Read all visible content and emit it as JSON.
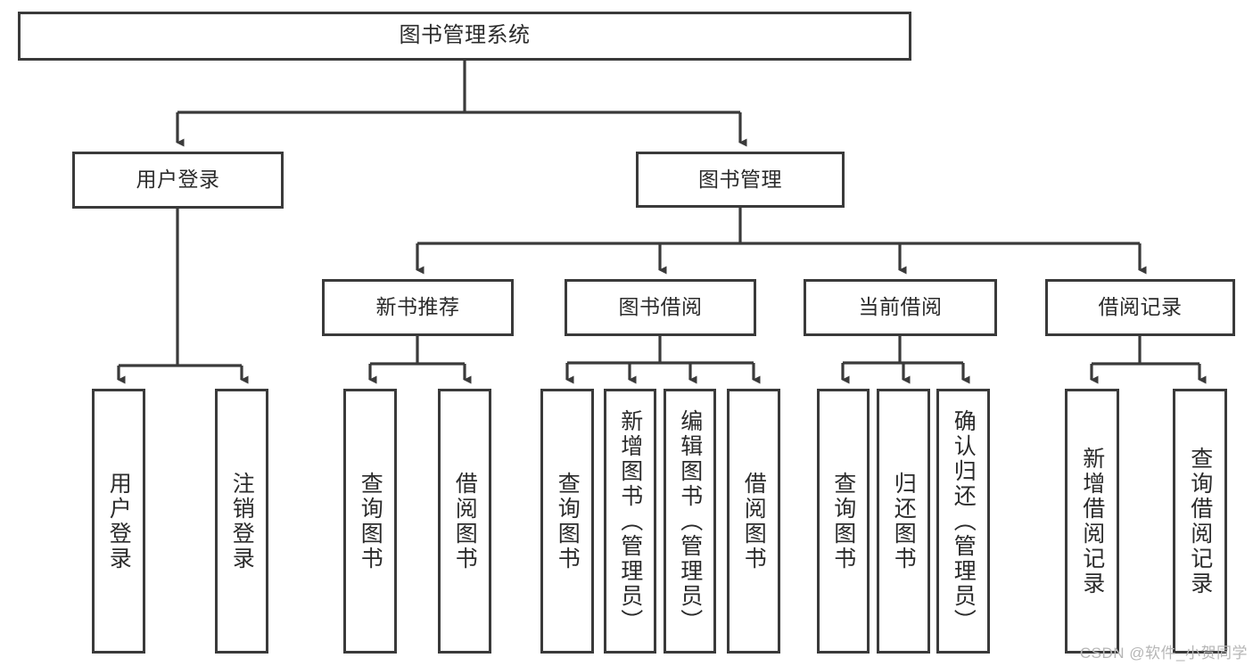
{
  "diagram": {
    "title": "图书管理系统",
    "watermark": "CSDN @软件_小贺同学",
    "colors": {
      "background": "#ffffff",
      "box_border": "#3a3a3a",
      "connector": "#3a3a3a",
      "text": "#2b2b2b",
      "watermark": "#b6b6b6"
    },
    "levels": {
      "root": "图书管理系统",
      "level2": [
        "用户登录",
        "图书管理"
      ],
      "level3": [
        "新书推荐",
        "图书借阅",
        "当前借阅",
        "借阅记录"
      ]
    },
    "nodes": {
      "root": {
        "label": "图书管理系统"
      },
      "user_login": {
        "label": "用户登录"
      },
      "book_manage": {
        "label": "图书管理"
      },
      "new_book_rec": {
        "label": "新书推荐"
      },
      "book_borrow": {
        "label": "图书借阅"
      },
      "current_borrow": {
        "label": "当前借阅"
      },
      "borrow_record": {
        "label": "借阅记录"
      },
      "leaf_user_login": {
        "label": "用户登录"
      },
      "leaf_logout": {
        "label": "注销登录"
      },
      "leaf_query_book_1": {
        "label": "查询图书"
      },
      "leaf_borrow_book_1": {
        "label": "借阅图书"
      },
      "leaf_query_book_2": {
        "label": "查询图书"
      },
      "leaf_add_book": {
        "label": "新增图书（管理员）"
      },
      "leaf_edit_book": {
        "label": "编辑图书（管理员）"
      },
      "leaf_borrow_book_2": {
        "label": "借阅图书"
      },
      "leaf_query_book_3": {
        "label": "查询图书"
      },
      "leaf_return_book": {
        "label": "归还图书"
      },
      "leaf_confirm_return": {
        "label": "确认归还（管理员）"
      },
      "leaf_add_record": {
        "label": "新增借阅记录"
      },
      "leaf_query_record": {
        "label": "查询借阅记录"
      }
    },
    "tree": [
      {
        "label": "图书管理系统",
        "children": [
          {
            "label": "用户登录",
            "children": [
              {
                "label": "用户登录"
              },
              {
                "label": "注销登录"
              }
            ]
          },
          {
            "label": "图书管理",
            "children": [
              {
                "label": "新书推荐",
                "children": [
                  {
                    "label": "查询图书"
                  },
                  {
                    "label": "借阅图书"
                  }
                ]
              },
              {
                "label": "图书借阅",
                "children": [
                  {
                    "label": "查询图书"
                  },
                  {
                    "label": "新增图书（管理员）"
                  },
                  {
                    "label": "编辑图书（管理员）"
                  },
                  {
                    "label": "借阅图书"
                  }
                ]
              },
              {
                "label": "当前借阅",
                "children": [
                  {
                    "label": "查询图书"
                  },
                  {
                    "label": "归还图书"
                  },
                  {
                    "label": "确认归还（管理员）"
                  }
                ]
              },
              {
                "label": "借阅记录",
                "children": [
                  {
                    "label": "新增借阅记录"
                  },
                  {
                    "label": "查询借阅记录"
                  }
                ]
              }
            ]
          }
        ]
      }
    ]
  }
}
